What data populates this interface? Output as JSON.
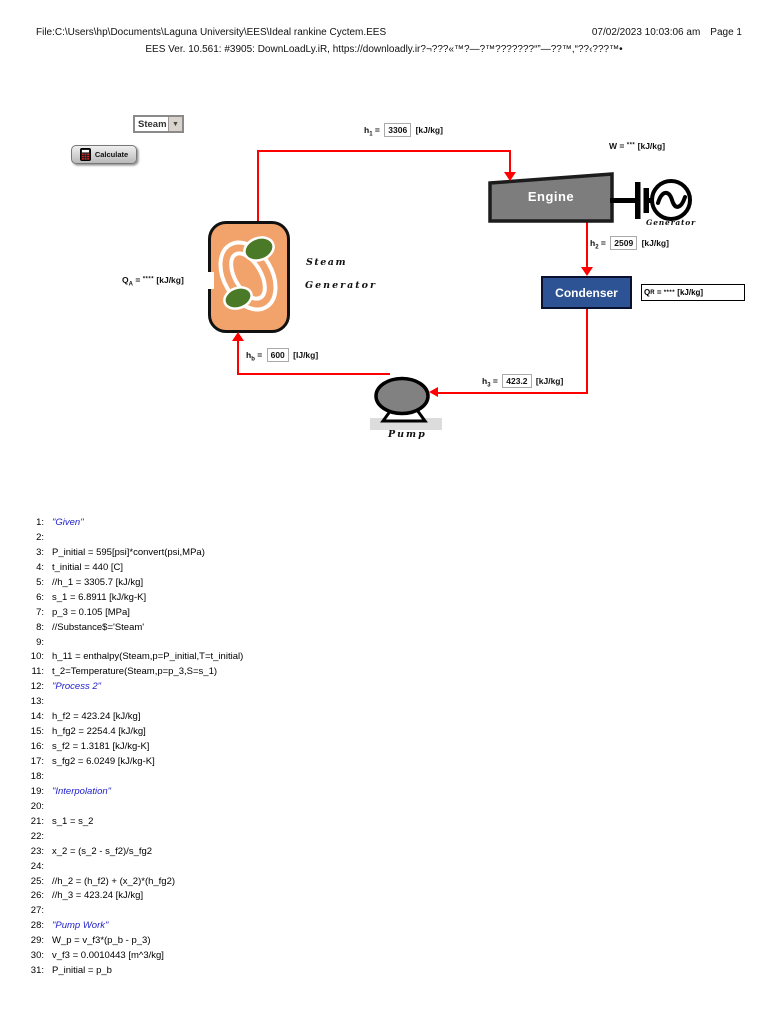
{
  "header": {
    "file_path": "File:C:\\Users\\hp\\Documents\\Laguna University\\EES\\Ideal rankine Cyctem.EES",
    "datetime": "07/02/2023 10:03:06 am",
    "page": "Page 1",
    "version_line": "EES Ver. 10.561: #3905:  DownLoadLy.iR, https://downloadly.ir?¬???«™?—?™???????“”—??™,“??‹???™•"
  },
  "controls": {
    "substance": "Steam",
    "calculate": "Calculate"
  },
  "diagram": {
    "h1": {
      "name": "h",
      "sub": "1",
      "eq": "=",
      "value": "3306",
      "unit": "[kJ/kg]"
    },
    "h2": {
      "name": "h",
      "sub": "2",
      "eq": "=",
      "value": "2509",
      "unit": "[kJ/kg]"
    },
    "h3": {
      "name": "h",
      "sub": "3",
      "eq": "=",
      "value": "423.2",
      "unit": "[kJ/kg]"
    },
    "hb": {
      "name": "h",
      "sub": "b",
      "eq": "=",
      "value": "600",
      "unit": "[IJ/kg]"
    },
    "w": {
      "name": "W",
      "sub": "",
      "eq": "=",
      "stars": "***",
      "unit": "[kJ/kg]"
    },
    "qa": {
      "name": "Q",
      "sub": "A",
      "eq": "=",
      "stars": "****",
      "unit": "[kJ/kg]"
    },
    "qr": {
      "name": "Q",
      "sub": "R",
      "eq": "=",
      "stars": "****",
      "unit": "[kJ/kg]"
    },
    "engine": "Engine",
    "generator": "Generator",
    "condenser": "Condenser",
    "steam_generator": {
      "line1": "Steam",
      "line2": "Generator"
    },
    "pump": "Pump",
    "colors": {
      "pipe": "#ff0000",
      "condenser_fill": "#2e5395",
      "engine_fill": "#7d7d7d",
      "steam_generator_fill": "#f2a36b",
      "drum_green": "#4a7a28",
      "pump_fill": "#818181"
    }
  },
  "code": {
    "lines": [
      {
        "num": "1",
        "text": "\"Given\"",
        "type": "comment"
      },
      {
        "num": "2",
        "text": "",
        "type": "normal"
      },
      {
        "num": "3",
        "text": "P_initial = 595[psi]*convert(psi,MPa)",
        "type": "normal"
      },
      {
        "num": "4",
        "text": "t_initial = 440 [C]",
        "type": "normal"
      },
      {
        "num": "5",
        "text": "//h_1 = 3305.7 [kJ/kg]",
        "type": "normal"
      },
      {
        "num": "6",
        "text": "s_1 = 6.8911 [kJ/kg-K]",
        "type": "normal"
      },
      {
        "num": "7",
        "text": "p_3 = 0.105 [MPa]",
        "type": "normal"
      },
      {
        "num": "8",
        "text": "//Substance$='Steam'",
        "type": "normal"
      },
      {
        "num": "9",
        "text": "",
        "type": "normal"
      },
      {
        "num": "10",
        "text": "h_11 = enthalpy(Steam,p=P_initial,T=t_initial)",
        "type": "normal"
      },
      {
        "num": "11",
        "text": "t_2=Temperature(Steam,p=p_3,S=s_1)",
        "type": "normal"
      },
      {
        "num": "12",
        "text": "\"Process 2\"",
        "type": "comment"
      },
      {
        "num": "13",
        "text": "",
        "type": "normal"
      },
      {
        "num": "14",
        "text": "h_f2 = 423.24 [kJ/kg]",
        "type": "normal"
      },
      {
        "num": "15",
        "text": "h_fg2 = 2254.4 [kJ/kg]",
        "type": "normal"
      },
      {
        "num": "16",
        "text": "s_f2 = 1.3181 [kJ/kg-K]",
        "type": "normal"
      },
      {
        "num": "17",
        "text": "s_fg2 = 6.0249 [kJ/kg-K]",
        "type": "normal"
      },
      {
        "num": "18",
        "text": "",
        "type": "normal"
      },
      {
        "num": "19",
        "text": "\"Interpolation\"",
        "type": "comment"
      },
      {
        "num": "20",
        "text": "",
        "type": "normal"
      },
      {
        "num": "21",
        "text": "s_1 = s_2",
        "type": "normal"
      },
      {
        "num": "22",
        "text": "",
        "type": "normal"
      },
      {
        "num": "23",
        "text": "x_2 = (s_2 - s_f2)/s_fg2",
        "type": "normal"
      },
      {
        "num": "24",
        "text": "",
        "type": "normal"
      },
      {
        "num": "25",
        "text": "//h_2 = (h_f2) + (x_2)*(h_fg2)",
        "type": "normal"
      },
      {
        "num": "26",
        "text": "//h_3 = 423.24 [kJ/kg]",
        "type": "normal"
      },
      {
        "num": "27",
        "text": "",
        "type": "normal"
      },
      {
        "num": "28",
        "text": "\"Pump Work\"",
        "type": "comment"
      },
      {
        "num": "29",
        "text": "W_p = v_f3*(p_b - p_3)",
        "type": "normal"
      },
      {
        "num": "30",
        "text": "v_f3 = 0.0010443 [m^3/kg]",
        "type": "normal"
      },
      {
        "num": "31",
        "text": "P_initial = p_b",
        "type": "normal"
      }
    ]
  }
}
